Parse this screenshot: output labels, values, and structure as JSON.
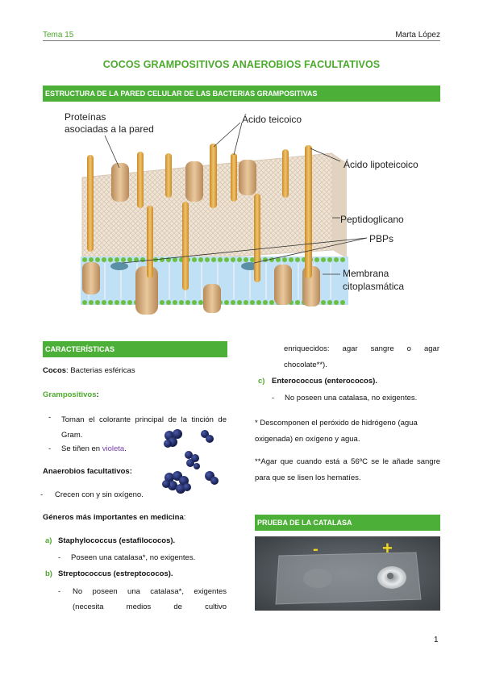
{
  "header": {
    "left": "Tema 15",
    "right": "Marta López"
  },
  "title": "COCOS GRAMPOSITIVOS ANAEROBIOS FACULTATIVOS",
  "section1": "ESTRUCTURA DE LA PARED CELULAR DE LAS BACTERIAS GRAMPOSITIVAS",
  "diagram": {
    "labels": {
      "proteinas": "Proteínas",
      "proteinas2": "asociadas a la pared",
      "teicoico": "Ácido teicoico",
      "lipoteicoico": "Ácido lipoteicoico",
      "peptidoglicano": "Peptidoglicano",
      "pbps": "PBPs",
      "membrana": "Membrana",
      "membrana2": "citoplasmática"
    }
  },
  "caracteristicas": {
    "heading": "CARACTERÍSTICAS",
    "cocos_label": "Cocos",
    "cocos_text": ": Bacterias esféricas",
    "gram_label": "Grampositivos",
    "gram_colon": ":",
    "gram_items": [
      "Toman el colorante principal de la tinción de Gram.",
      "Se tiñen en "
    ],
    "violeta": "violeta",
    "dot": ".",
    "anaer_label": "Anaerobios facultativos",
    "anaer_colon": ":",
    "anaer_item": "Crecen con y sin oxígeno.",
    "generos_label": "Géneros más importantes en medicina",
    "generos_colon": ":",
    "a_letter": "a)",
    "a_name": "Staphylococcus (estafilococos).",
    "a_item": "Poseen una catalasa*, no exigentes.",
    "b_letter": "b)",
    "b_name": "Streptococcus (estreptococos).",
    "b_item_1": "No poseen una catalasa*, exigentes",
    "b_item_2": "(necesita medios de cultivo",
    "b_item_3": "enriquecidos: agar sangre o agar",
    "b_item_4": "chocolate**).",
    "c_letter": "c)",
    "c_name": "Enterococcus (enterococos).",
    "c_item": "No poseen una catalasa, no exigentes.",
    "note1": "* Descomponen el peróxido de hidrógeno (agua oxigenada) en oxígeno y agua.",
    "note2": "**Agar que cuando está a 56ºC se le añade sangre para que se lisen los hematíes."
  },
  "catalasa": {
    "heading": "PRUEBA DE LA CATALASA",
    "minus": "-",
    "plus": "+"
  },
  "page_number": "1",
  "colors": {
    "green": "#4caf37",
    "violet": "#7a3fb0"
  }
}
